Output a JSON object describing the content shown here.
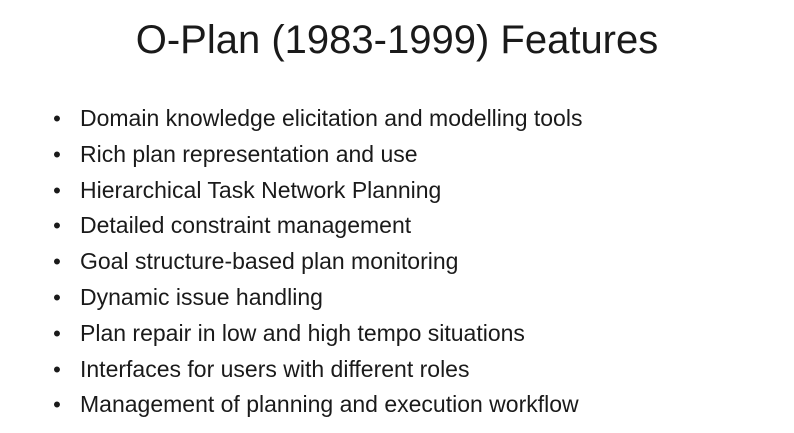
{
  "slide": {
    "title": "O-Plan (1983-1999) Features",
    "bullet_symbol": "•",
    "items": [
      "Domain knowledge elicitation and modelling tools",
      "Rich plan representation and use",
      "Hierarchical Task Network Planning",
      "Detailed constraint management",
      "Goal structure-based plan monitoring",
      "Dynamic issue handling",
      "Plan repair in low and high tempo situations",
      "Interfaces for users with different roles",
      "Management of planning and execution workflow"
    ]
  }
}
